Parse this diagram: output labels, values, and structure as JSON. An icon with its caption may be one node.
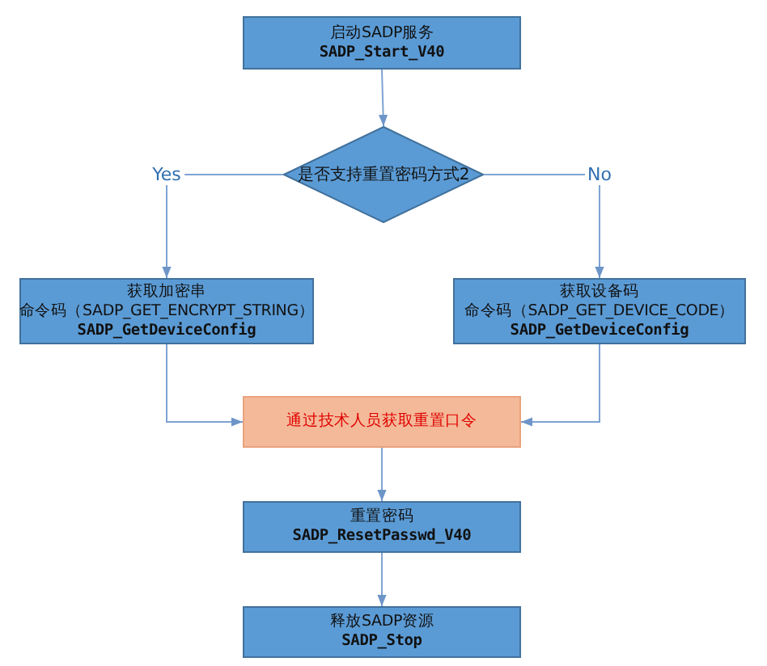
{
  "diagram": {
    "nodes": [
      {
        "text": [
          "启动SADP服务",
          "SADP_Start_V40"
        ]
      },
      {
        "text": [
          "是否支持重置密码方式2"
        ]
      },
      {
        "text": [
          "获取加密串",
          "命令码（SADP_GET_ENCRYPT_STRING）",
          "SADP_GetDeviceConfig"
        ]
      },
      {
        "text": [
          "获取设备码",
          "命令码（SADP_GET_DEVICE_CODE）",
          "SADP_GetDeviceConfig"
        ]
      },
      {
        "text": [
          "通过技术人员获取重置口令"
        ]
      },
      {
        "text": [
          "重置密码",
          "SADP_ResetPasswd_V40"
        ]
      },
      {
        "text": [
          "释放SADP资源",
          "SADP_Stop"
        ]
      }
    ],
    "edges": [
      {
        "from": 0,
        "to": 1,
        "arrow": "to"
      },
      {
        "from": 1,
        "to": 2,
        "arrow": "to",
        "label": "Yes"
      },
      {
        "from": 1,
        "to": 3,
        "arrow": "to",
        "label": "No"
      },
      {
        "from": 2,
        "to": 4,
        "arrow": "to"
      },
      {
        "from": 3,
        "to": 4,
        "arrow": "to"
      },
      {
        "from": 4,
        "to": 5,
        "arrow": "to"
      },
      {
        "from": 5,
        "to": 6,
        "arrow": "to"
      }
    ]
  }
}
